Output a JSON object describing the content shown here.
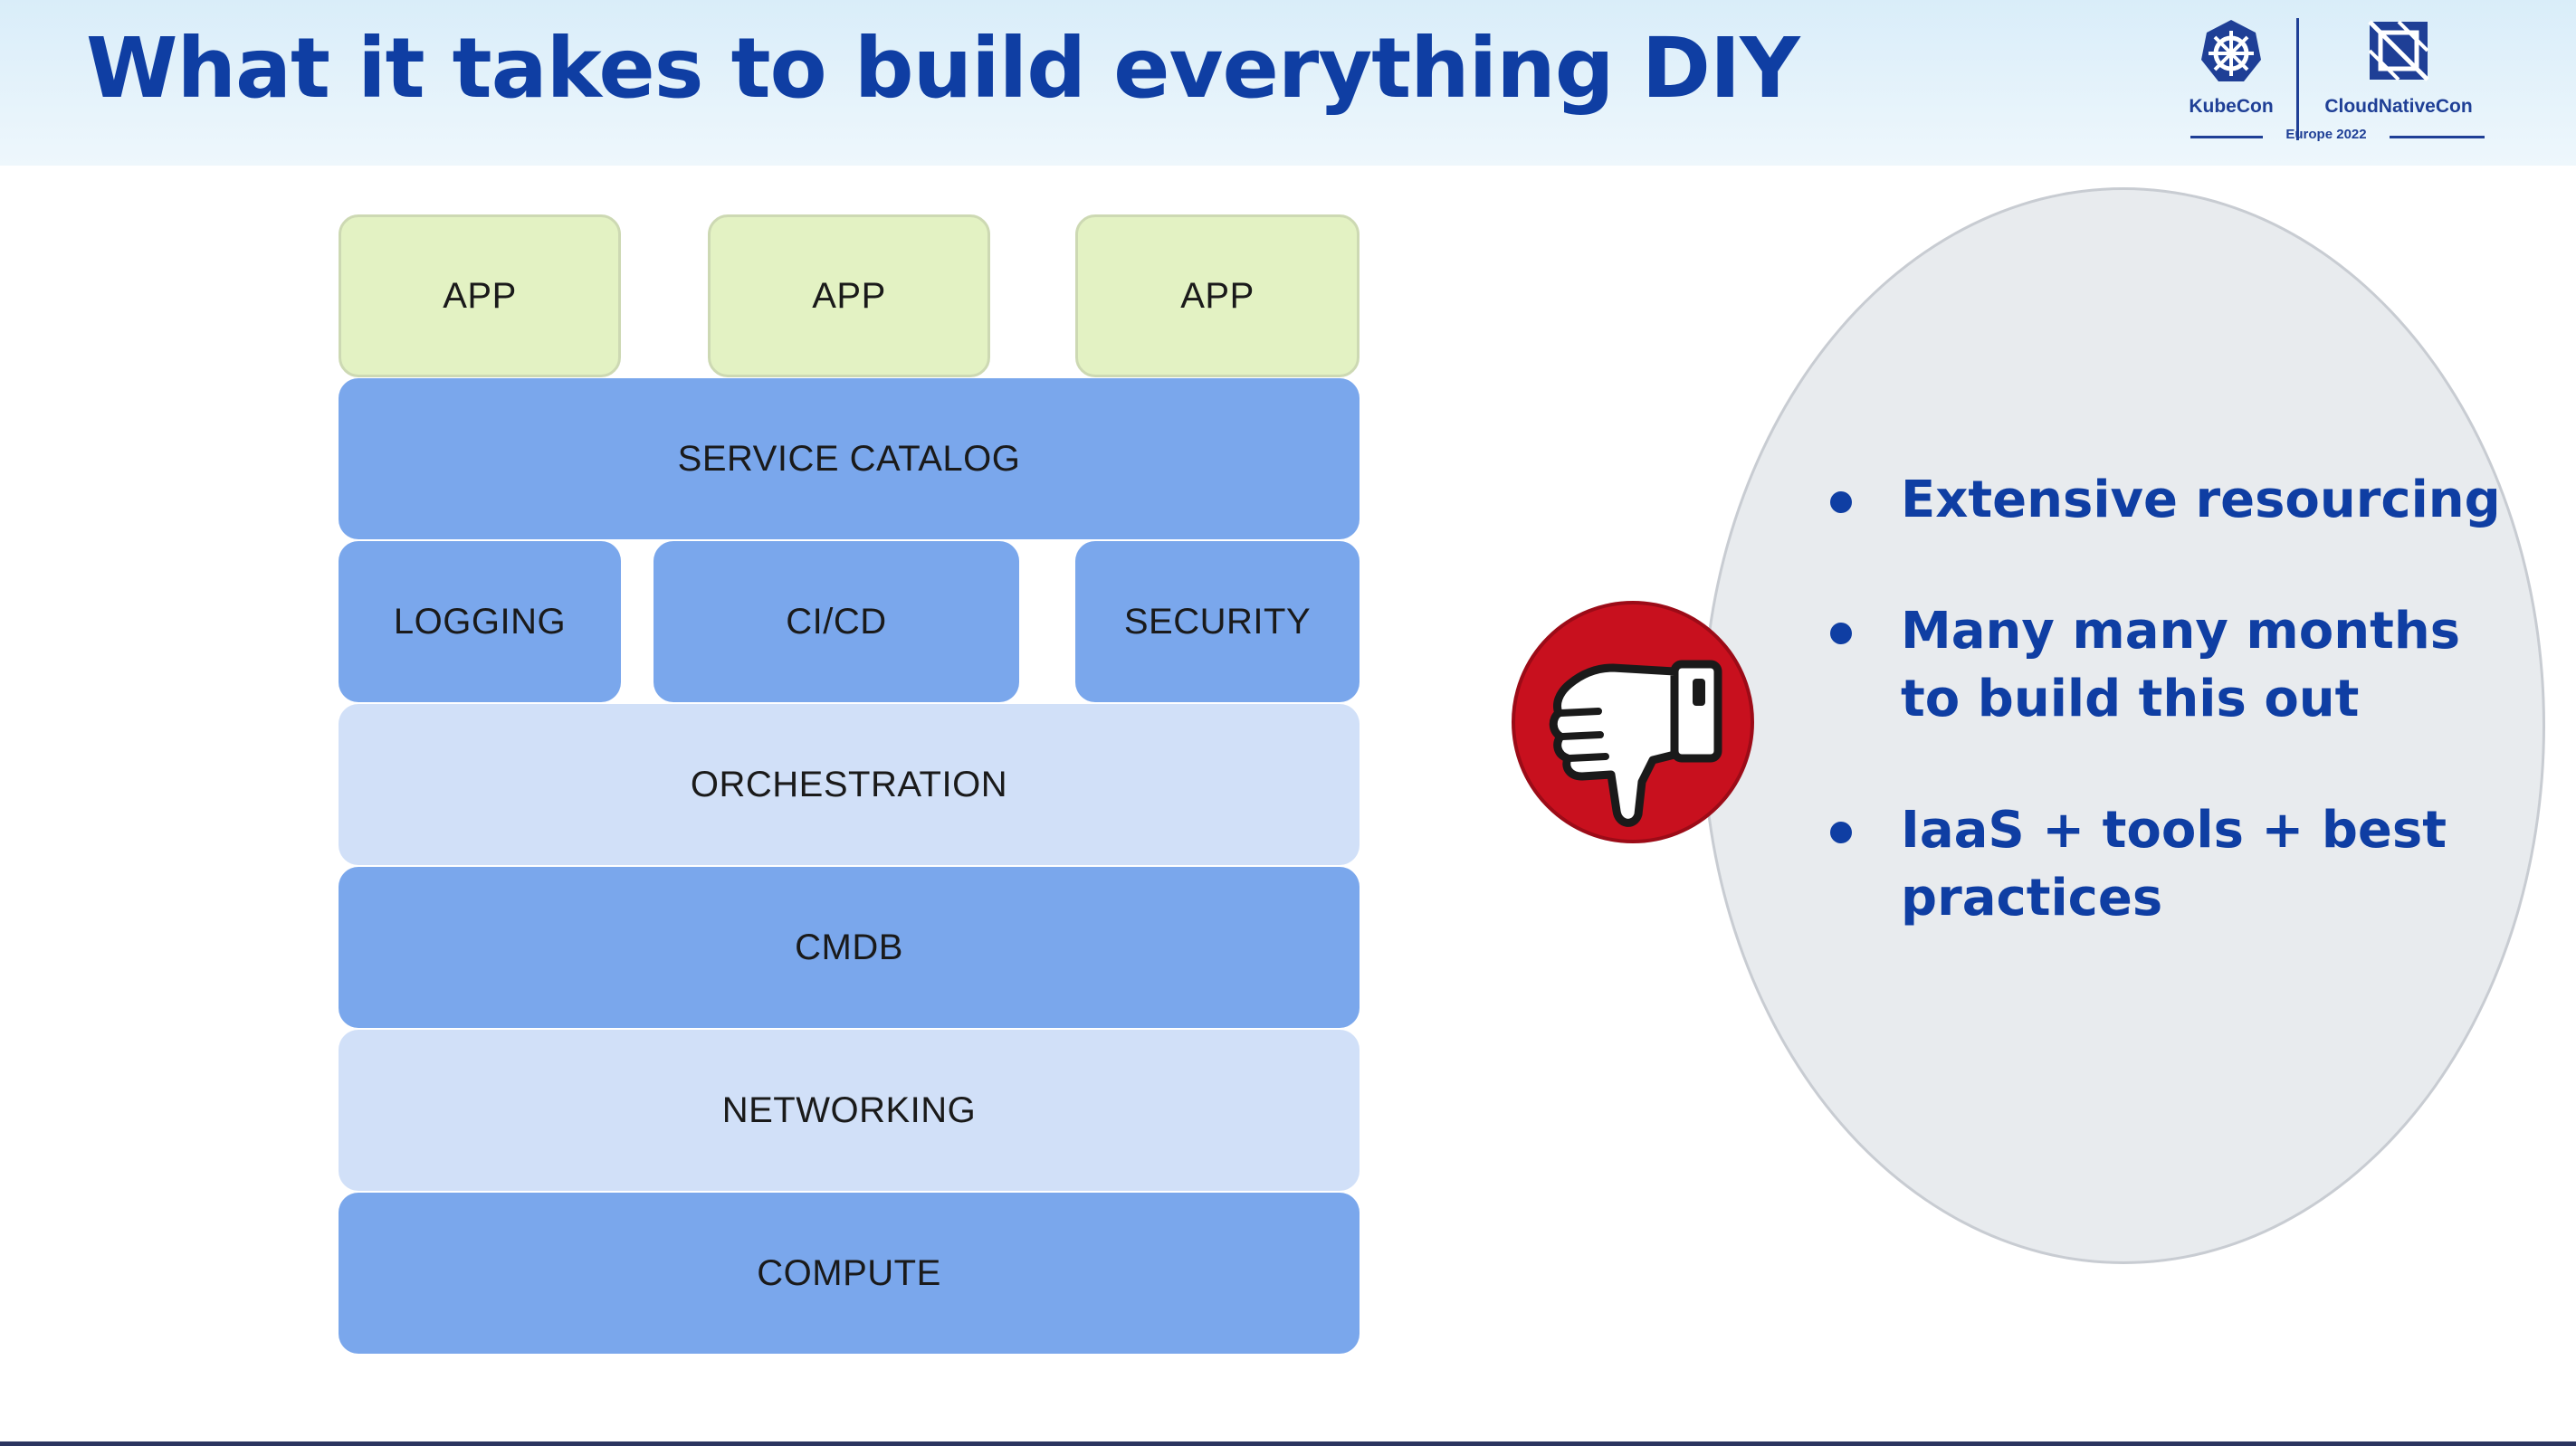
{
  "slide": {
    "title": "What it takes to build everything DIY"
  },
  "logos": {
    "kubecon_label": "KubeCon",
    "cncf_label": "CloudNativeCon",
    "event_label": "Europe 2022"
  },
  "stack": {
    "apps": [
      "APP",
      "APP",
      "APP"
    ],
    "service_catalog": "SERVICE CATALOG",
    "logging": "LOGGING",
    "cicd": "CI/CD",
    "security": "SECURITY",
    "orchestration": "ORCHESTRATION",
    "cmdb": "CMDB",
    "networking": "NETWORKING",
    "compute": "COMPUTE"
  },
  "bullets": [
    "Extensive resourcing",
    "Many many months to build this out",
    "IaaS + tools + best practices"
  ],
  "icons": {
    "thumb": "thumbs-down-icon",
    "kubecon": "helm-wheel-icon",
    "cncf": "cncf-icon"
  },
  "colors": {
    "title": "#0f3ea3",
    "app_box": "#e3f2c3",
    "dark_layer": "#7aa7ec",
    "light_layer": "#d1e0f8",
    "thumb_circle": "#c8101e"
  }
}
